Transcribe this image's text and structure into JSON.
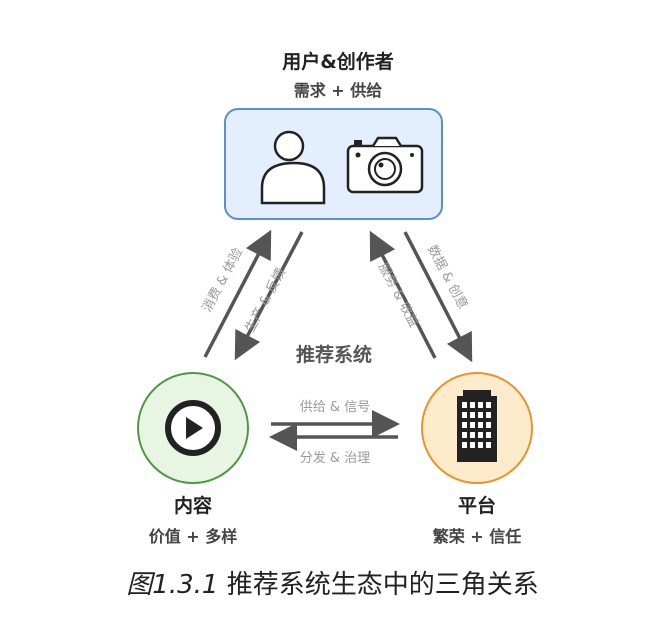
{
  "nodes": {
    "top": {
      "title": "用户&创作者",
      "subtitle": "需求 + 供给",
      "colors": {
        "fill": "#e3efff",
        "stroke": "#5b8fc9"
      },
      "icons": [
        "user-icon",
        "camera-icon"
      ]
    },
    "left": {
      "title": "内容",
      "subtitle": "价值 + 多样",
      "colors": {
        "fill": "#e8f5e3",
        "stroke": "#4d9a43"
      },
      "icon": "play-icon"
    },
    "right": {
      "title": "平台",
      "subtitle": "繁荣 + 信任",
      "colors": {
        "fill": "#fdebcb",
        "stroke": "#e8942c"
      },
      "icon": "building-icon"
    }
  },
  "edges": {
    "left_outer": "消费 & 体验",
    "left_inner": "生产 & 反馈",
    "right_outer": "数据 & 创意",
    "right_inner": "服务 & 收益",
    "bottom_top": "供给 & 信号",
    "bottom_bottom": "分发 & 治理"
  },
  "center_label": "推荐系统",
  "caption": {
    "prefix": "图",
    "number": "1.3.1",
    "text": " 推荐系统生态中的三角关系"
  },
  "colors": {
    "arrow": "#555555",
    "icon": "#222222"
  }
}
